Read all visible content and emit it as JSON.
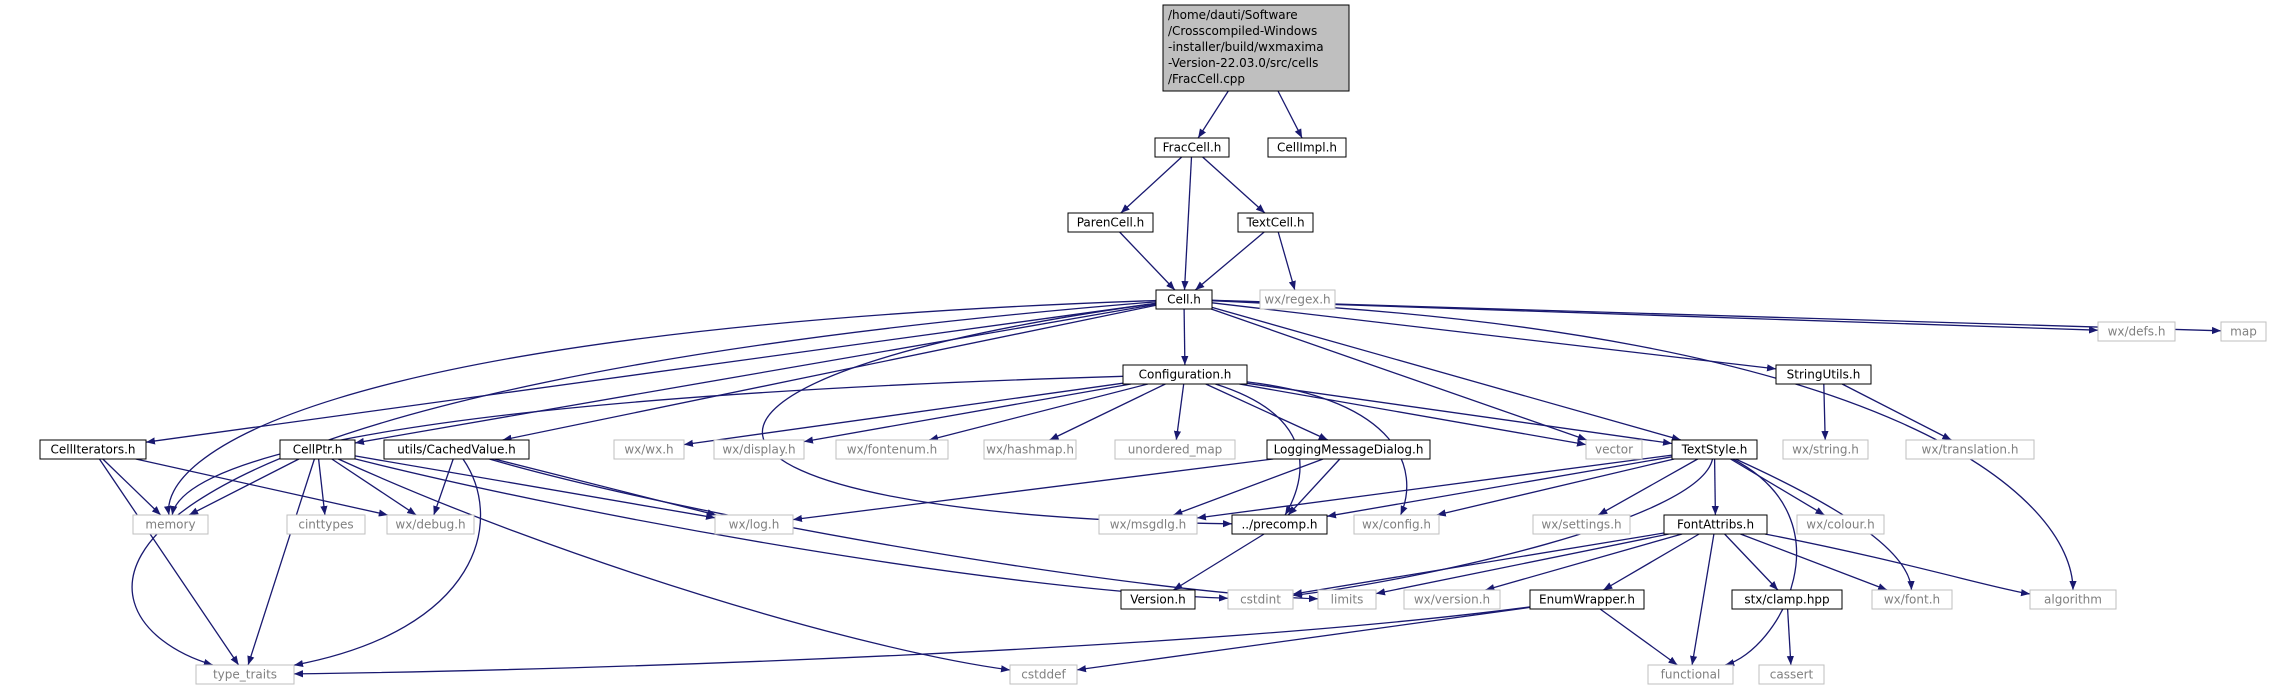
{
  "graph": {
    "colors": {
      "edge": "#191970",
      "project_border": "#000000",
      "external_border": "#bfbfbf",
      "external_text": "#808080",
      "root_fill": "#bfbfbf",
      "text": "#000000"
    },
    "nodes": [
      {
        "id": "root",
        "lines": [
          "/home/dauti/Software",
          "/Crosscompiled-Windows",
          "-installer/build/wxmaxima",
          "-Version-22.03.0/src/cells",
          "/FracCell.cpp"
        ],
        "kind": "root"
      },
      {
        "id": "fraccell_h",
        "lines": [
          "FracCell.h"
        ],
        "kind": "project"
      },
      {
        "id": "cellimpl_h",
        "lines": [
          "CellImpl.h"
        ],
        "kind": "project"
      },
      {
        "id": "parencell_h",
        "lines": [
          "ParenCell.h"
        ],
        "kind": "project"
      },
      {
        "id": "textcell_h",
        "lines": [
          "TextCell.h"
        ],
        "kind": "project"
      },
      {
        "id": "cell_h",
        "lines": [
          "Cell.h"
        ],
        "kind": "project"
      },
      {
        "id": "wx_regex_h",
        "lines": [
          "wx/regex.h"
        ],
        "kind": "external"
      },
      {
        "id": "configuration_h",
        "lines": [
          "Configuration.h"
        ],
        "kind": "project"
      },
      {
        "id": "stringutils_h",
        "lines": [
          "StringUtils.h"
        ],
        "kind": "project"
      },
      {
        "id": "wx_defs_h",
        "lines": [
          "wx/defs.h"
        ],
        "kind": "external"
      },
      {
        "id": "map",
        "lines": [
          "map"
        ],
        "kind": "external"
      },
      {
        "id": "celliterators_h",
        "lines": [
          "CellIterators.h"
        ],
        "kind": "project"
      },
      {
        "id": "cellptr_h",
        "lines": [
          "CellPtr.h"
        ],
        "kind": "project"
      },
      {
        "id": "cachedvalue_h",
        "lines": [
          "utils/CachedValue.h"
        ],
        "kind": "project"
      },
      {
        "id": "wx_wx_h",
        "lines": [
          "wx/wx.h"
        ],
        "kind": "external"
      },
      {
        "id": "wx_display_h",
        "lines": [
          "wx/display.h"
        ],
        "kind": "external"
      },
      {
        "id": "wx_fontenum_h",
        "lines": [
          "wx/fontenum.h"
        ],
        "kind": "external"
      },
      {
        "id": "wx_hashmap_h",
        "lines": [
          "wx/hashmap.h"
        ],
        "kind": "external"
      },
      {
        "id": "unordered_map",
        "lines": [
          "unordered_map"
        ],
        "kind": "external"
      },
      {
        "id": "loggingmessagedialog_h",
        "lines": [
          "LoggingMessageDialog.h"
        ],
        "kind": "project"
      },
      {
        "id": "vector",
        "lines": [
          "vector"
        ],
        "kind": "external"
      },
      {
        "id": "textstyle_h",
        "lines": [
          "TextStyle.h"
        ],
        "kind": "project"
      },
      {
        "id": "wx_string_h",
        "lines": [
          "wx/string.h"
        ],
        "kind": "external"
      },
      {
        "id": "wx_translation_h",
        "lines": [
          "wx/translation.h"
        ],
        "kind": "external"
      },
      {
        "id": "memory",
        "lines": [
          "memory"
        ],
        "kind": "external"
      },
      {
        "id": "cinttypes",
        "lines": [
          "cinttypes"
        ],
        "kind": "external"
      },
      {
        "id": "wx_debug_h",
        "lines": [
          "wx/debug.h"
        ],
        "kind": "external"
      },
      {
        "id": "wx_log_h",
        "lines": [
          "wx/log.h"
        ],
        "kind": "external"
      },
      {
        "id": "wx_msgdlg_h",
        "lines": [
          "wx/msgdlg.h"
        ],
        "kind": "external"
      },
      {
        "id": "precomp_h",
        "lines": [
          "../precomp.h"
        ],
        "kind": "project"
      },
      {
        "id": "wx_config_h",
        "lines": [
          "wx/config.h"
        ],
        "kind": "external"
      },
      {
        "id": "wx_settings_h",
        "lines": [
          "wx/settings.h"
        ],
        "kind": "external"
      },
      {
        "id": "fontattribs_h",
        "lines": [
          "FontAttribs.h"
        ],
        "kind": "project"
      },
      {
        "id": "wx_colour_h",
        "lines": [
          "wx/colour.h"
        ],
        "kind": "external"
      },
      {
        "id": "version_h",
        "lines": [
          "Version.h"
        ],
        "kind": "project"
      },
      {
        "id": "cstdint",
        "lines": [
          "cstdint"
        ],
        "kind": "external"
      },
      {
        "id": "limits",
        "lines": [
          "limits"
        ],
        "kind": "external"
      },
      {
        "id": "wx_version_h",
        "lines": [
          "wx/version.h"
        ],
        "kind": "external"
      },
      {
        "id": "enumwrapper_h",
        "lines": [
          "EnumWrapper.h"
        ],
        "kind": "project"
      },
      {
        "id": "stx_clamp_hpp",
        "lines": [
          "stx/clamp.hpp"
        ],
        "kind": "project"
      },
      {
        "id": "wx_font_h",
        "lines": [
          "wx/font.h"
        ],
        "kind": "external"
      },
      {
        "id": "algorithm",
        "lines": [
          "algorithm"
        ],
        "kind": "external"
      },
      {
        "id": "type_traits",
        "lines": [
          "type_traits"
        ],
        "kind": "external"
      },
      {
        "id": "cstddef",
        "lines": [
          "cstddef"
        ],
        "kind": "external"
      },
      {
        "id": "functional",
        "lines": [
          "functional"
        ],
        "kind": "external"
      },
      {
        "id": "cassert",
        "lines": [
          "cassert"
        ],
        "kind": "external"
      }
    ],
    "edges": [
      [
        "root",
        "fraccell_h"
      ],
      [
        "root",
        "cellimpl_h"
      ],
      [
        "fraccell_h",
        "parencell_h"
      ],
      [
        "fraccell_h",
        "cell_h"
      ],
      [
        "fraccell_h",
        "textcell_h"
      ],
      [
        "parencell_h",
        "cell_h"
      ],
      [
        "textcell_h",
        "cell_h"
      ],
      [
        "textcell_h",
        "wx_regex_h"
      ],
      [
        "cell_h",
        "type_traits"
      ],
      [
        "cell_h",
        "celliterators_h"
      ],
      [
        "cell_h",
        "memory"
      ],
      [
        "cell_h",
        "cellptr_h"
      ],
      [
        "cell_h",
        "cachedvalue_h"
      ],
      [
        "cell_h",
        "precomp_h"
      ],
      [
        "cell_h",
        "configuration_h"
      ],
      [
        "cell_h",
        "vector"
      ],
      [
        "cell_h",
        "textstyle_h"
      ],
      [
        "cell_h",
        "stringutils_h"
      ],
      [
        "cell_h",
        "algorithm"
      ],
      [
        "cell_h",
        "wx_defs_h"
      ],
      [
        "cell_h",
        "map"
      ],
      [
        "configuration_h",
        "memory"
      ],
      [
        "configuration_h",
        "wx_wx_h"
      ],
      [
        "configuration_h",
        "wx_display_h"
      ],
      [
        "configuration_h",
        "wx_fontenum_h"
      ],
      [
        "configuration_h",
        "wx_hashmap_h"
      ],
      [
        "configuration_h",
        "unordered_map"
      ],
      [
        "configuration_h",
        "loggingmessagedialog_h"
      ],
      [
        "configuration_h",
        "precomp_h"
      ],
      [
        "configuration_h",
        "wx_config_h"
      ],
      [
        "configuration_h",
        "vector"
      ],
      [
        "configuration_h",
        "textstyle_h"
      ],
      [
        "stringutils_h",
        "wx_string_h"
      ],
      [
        "stringutils_h",
        "wx_translation_h"
      ],
      [
        "celliterators_h",
        "memory"
      ],
      [
        "celliterators_h",
        "type_traits"
      ],
      [
        "celliterators_h",
        "wx_debug_h"
      ],
      [
        "cellptr_h",
        "memory"
      ],
      [
        "cellptr_h",
        "cinttypes"
      ],
      [
        "cellptr_h",
        "wx_debug_h"
      ],
      [
        "cellptr_h",
        "type_traits"
      ],
      [
        "cellptr_h",
        "wx_log_h"
      ],
      [
        "cellptr_h",
        "cstddef"
      ],
      [
        "cellptr_h",
        "cstdint"
      ],
      [
        "cachedvalue_h",
        "wx_debug_h"
      ],
      [
        "cachedvalue_h",
        "wx_log_h"
      ],
      [
        "cachedvalue_h",
        "type_traits"
      ],
      [
        "cachedvalue_h",
        "limits"
      ],
      [
        "loggingmessagedialog_h",
        "wx_log_h"
      ],
      [
        "loggingmessagedialog_h",
        "wx_msgdlg_h"
      ],
      [
        "loggingmessagedialog_h",
        "precomp_h"
      ],
      [
        "textstyle_h",
        "wx_msgdlg_h"
      ],
      [
        "textstyle_h",
        "precomp_h"
      ],
      [
        "textstyle_h",
        "wx_config_h"
      ],
      [
        "textstyle_h",
        "wx_settings_h"
      ],
      [
        "textstyle_h",
        "fontattribs_h"
      ],
      [
        "textstyle_h",
        "wx_colour_h"
      ],
      [
        "textstyle_h",
        "wx_font_h"
      ],
      [
        "textstyle_h",
        "cstdint"
      ],
      [
        "textstyle_h",
        "functional"
      ],
      [
        "precomp_h",
        "version_h"
      ],
      [
        "fontattribs_h",
        "cstdint"
      ],
      [
        "fontattribs_h",
        "limits"
      ],
      [
        "fontattribs_h",
        "wx_version_h"
      ],
      [
        "fontattribs_h",
        "enumwrapper_h"
      ],
      [
        "fontattribs_h",
        "functional"
      ],
      [
        "fontattribs_h",
        "stx_clamp_hpp"
      ],
      [
        "fontattribs_h",
        "wx_font_h"
      ],
      [
        "fontattribs_h",
        "algorithm"
      ],
      [
        "enumwrapper_h",
        "type_traits"
      ],
      [
        "enumwrapper_h",
        "cstddef"
      ],
      [
        "enumwrapper_h",
        "functional"
      ],
      [
        "stx_clamp_hpp",
        "cassert"
      ]
    ]
  }
}
